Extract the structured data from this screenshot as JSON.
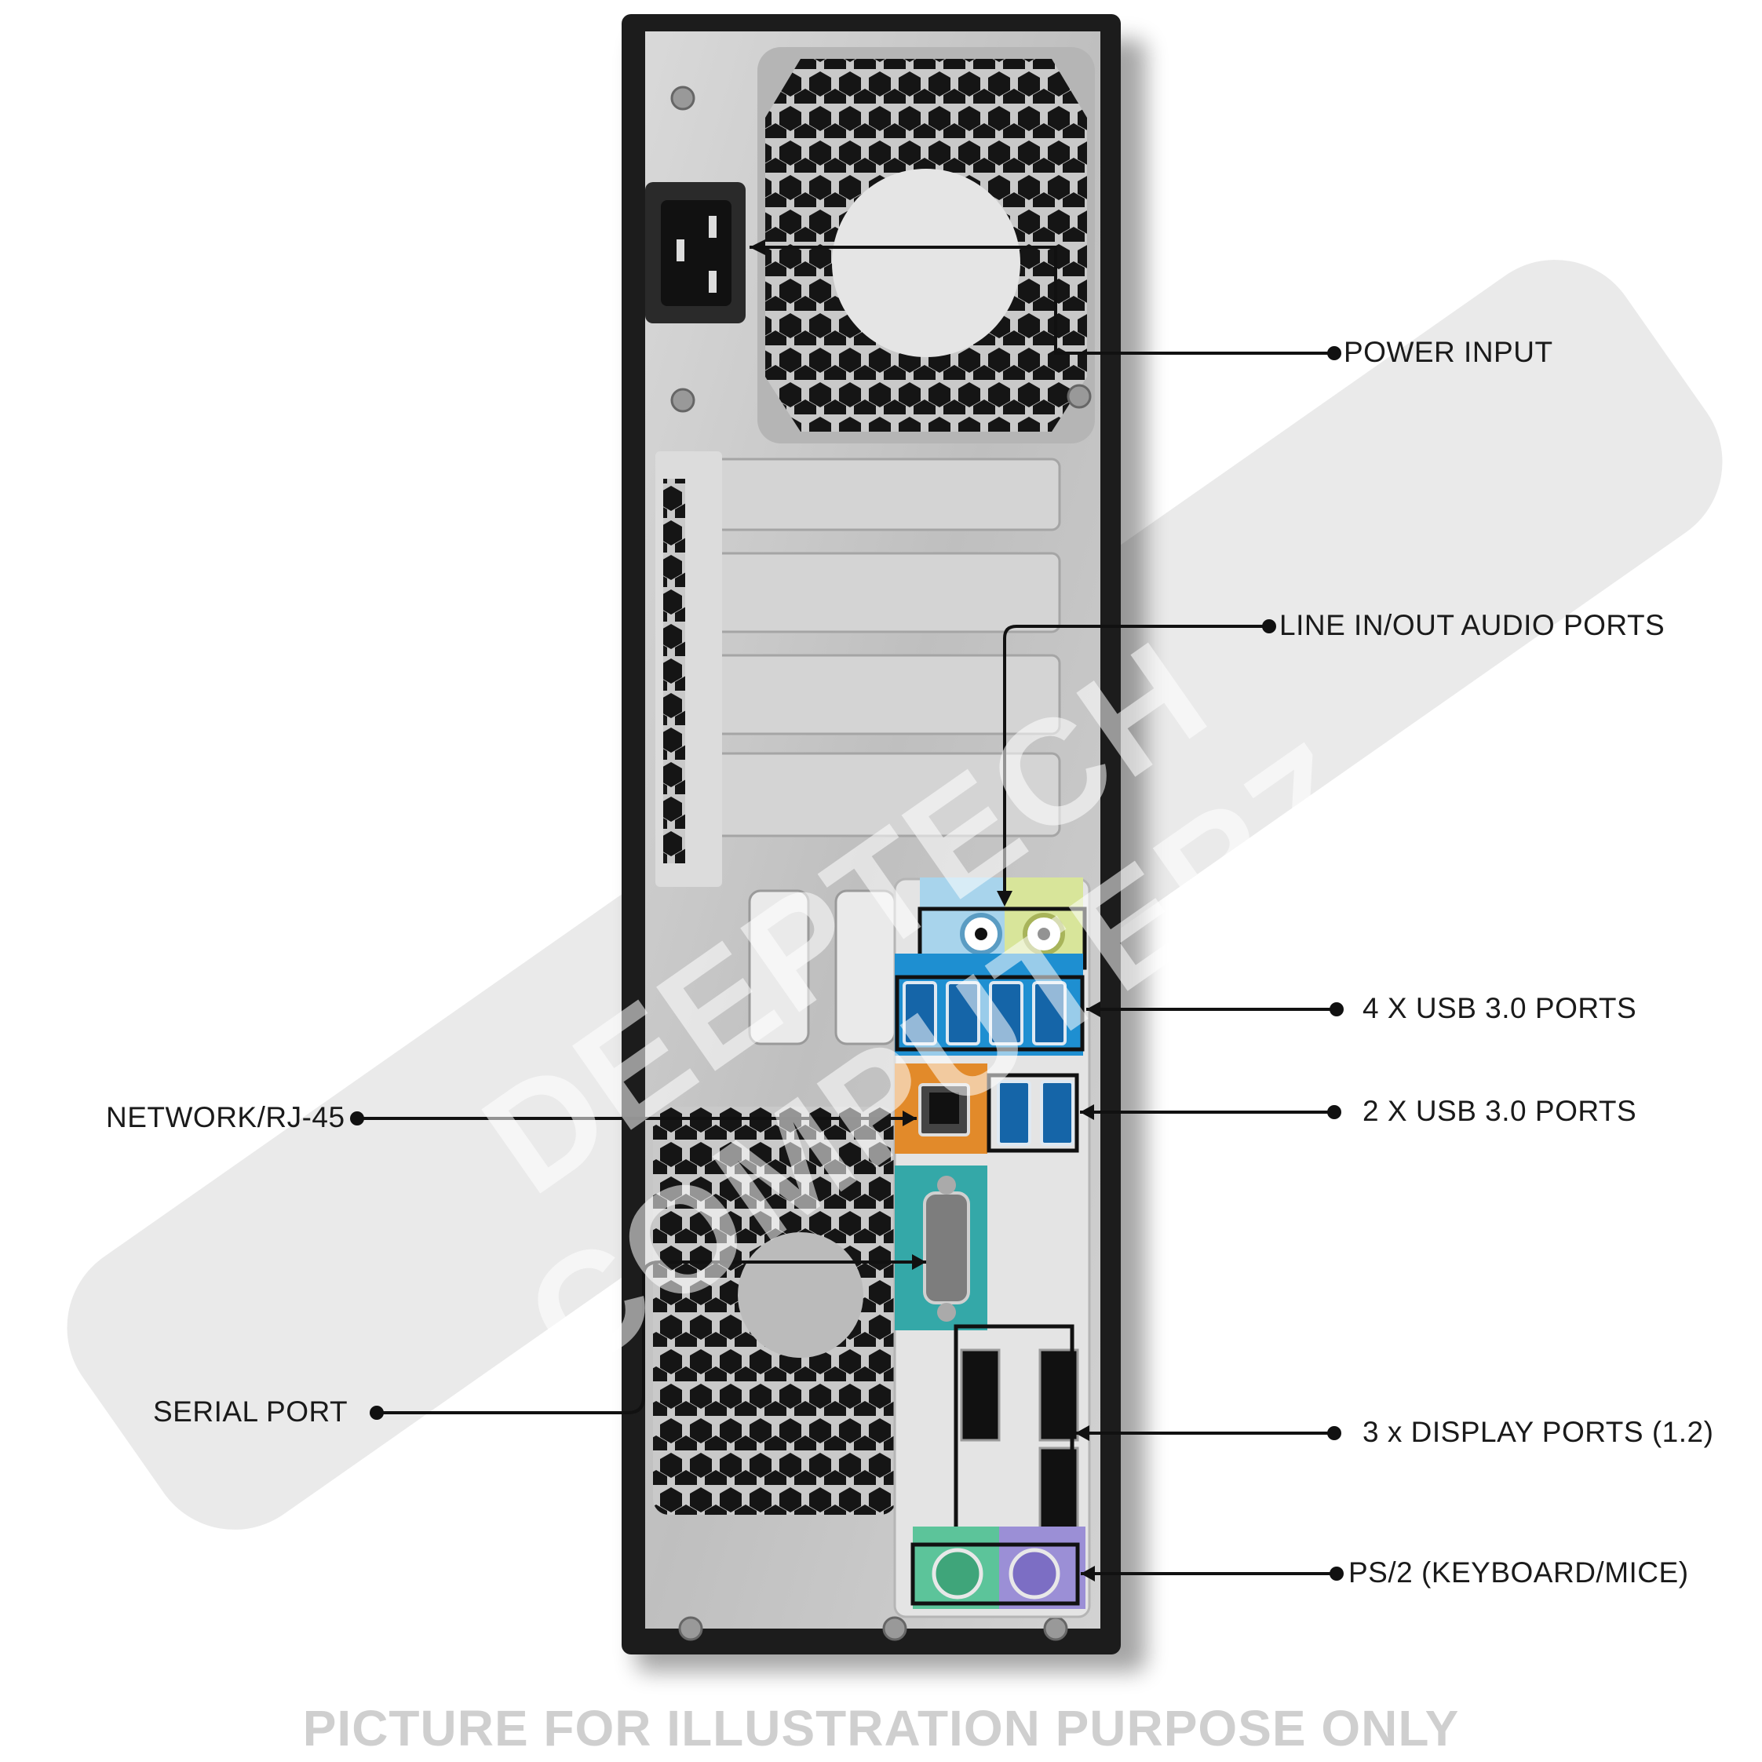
{
  "watermark": {
    "text": "DEEPTECH COMPUTERZ"
  },
  "footer": {
    "text": "PICTURE FOR ILLUSTRATION PURPOSE ONLY"
  },
  "ports": {
    "power": "POWER INPUT",
    "audio": "LINE IN/OUT AUDIO PORTS",
    "usb4": "4 X USB 3.0 PORTS",
    "usb2": "2 X USB 3.0 PORTS",
    "network": "NETWORK/RJ-45",
    "serial": "SERIAL PORT",
    "display": "3 x DISPLAY PORTS (1.2)",
    "ps2": "PS/2 (KEYBOARD/MICE)"
  },
  "colors": {
    "audio_blue": "#a8d4ec",
    "audio_green": "#d8e59a",
    "usb_blue": "#1e8fd1",
    "network_orange": "#e28a2a",
    "serial_teal": "#34a8a8",
    "ps2_green": "#5cc49a",
    "ps2_purple": "#9b8fd6"
  }
}
